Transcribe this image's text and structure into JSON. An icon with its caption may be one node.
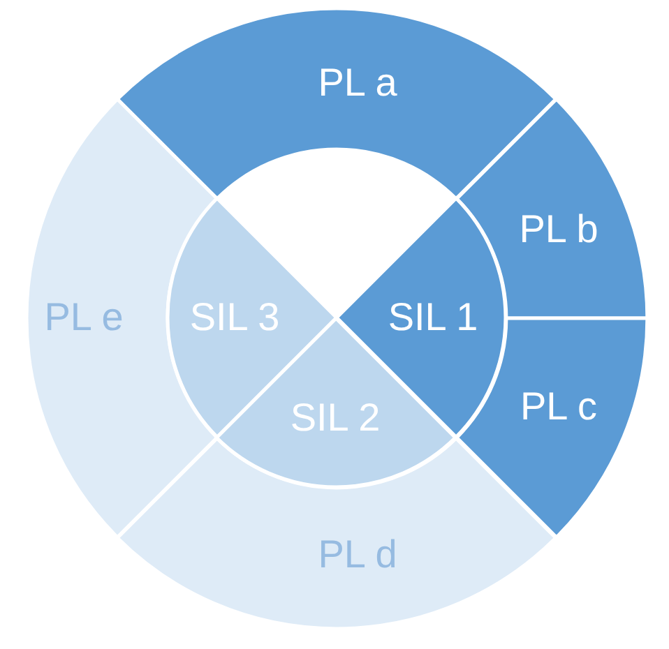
{
  "diagram": {
    "nodes": [
      {
        "text": [
          "PL a"
        ]
      },
      {
        "text": [
          "PL b"
        ]
      },
      {
        "text": [
          "PL c"
        ]
      },
      {
        "text": [
          "PL d"
        ]
      },
      {
        "text": [
          "PL e"
        ]
      },
      {
        "text": [
          "SIL 1"
        ]
      },
      {
        "text": [
          "SIL 2"
        ]
      },
      {
        "text": [
          "SIL 3"
        ]
      }
    ]
  }
}
